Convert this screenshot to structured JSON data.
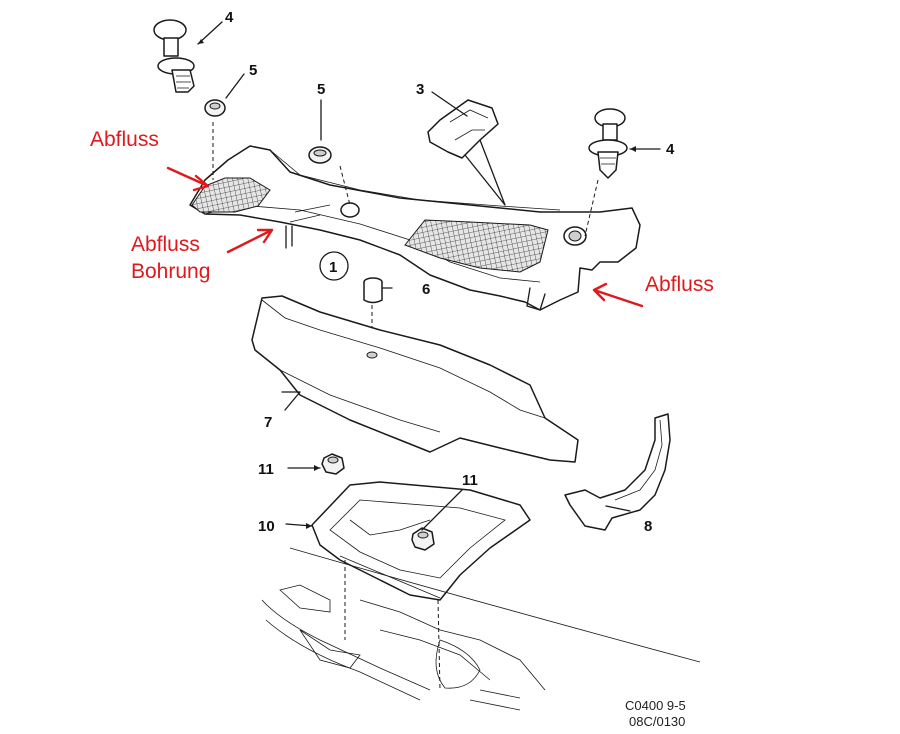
{
  "callouts": {
    "c4_top": "4",
    "c5_left": "5",
    "c5_mid": "5",
    "c3": "3",
    "c4_right": "4",
    "c1": "1",
    "c6": "6",
    "c7": "7",
    "c11_left": "11",
    "c11_right": "11",
    "c10": "10",
    "c8": "8"
  },
  "annotations": {
    "abfluss_left": "Abfluss",
    "abfluss_bohrung_line1": "Abfluss",
    "abfluss_bohrung_line2": "Bohrung",
    "abfluss_right": "Abfluss"
  },
  "figure_code": {
    "line1": "C0400 9-5",
    "line2": "08C/0130"
  },
  "colors": {
    "annotation": "#e0191c",
    "lines": "#1a1a1a"
  }
}
